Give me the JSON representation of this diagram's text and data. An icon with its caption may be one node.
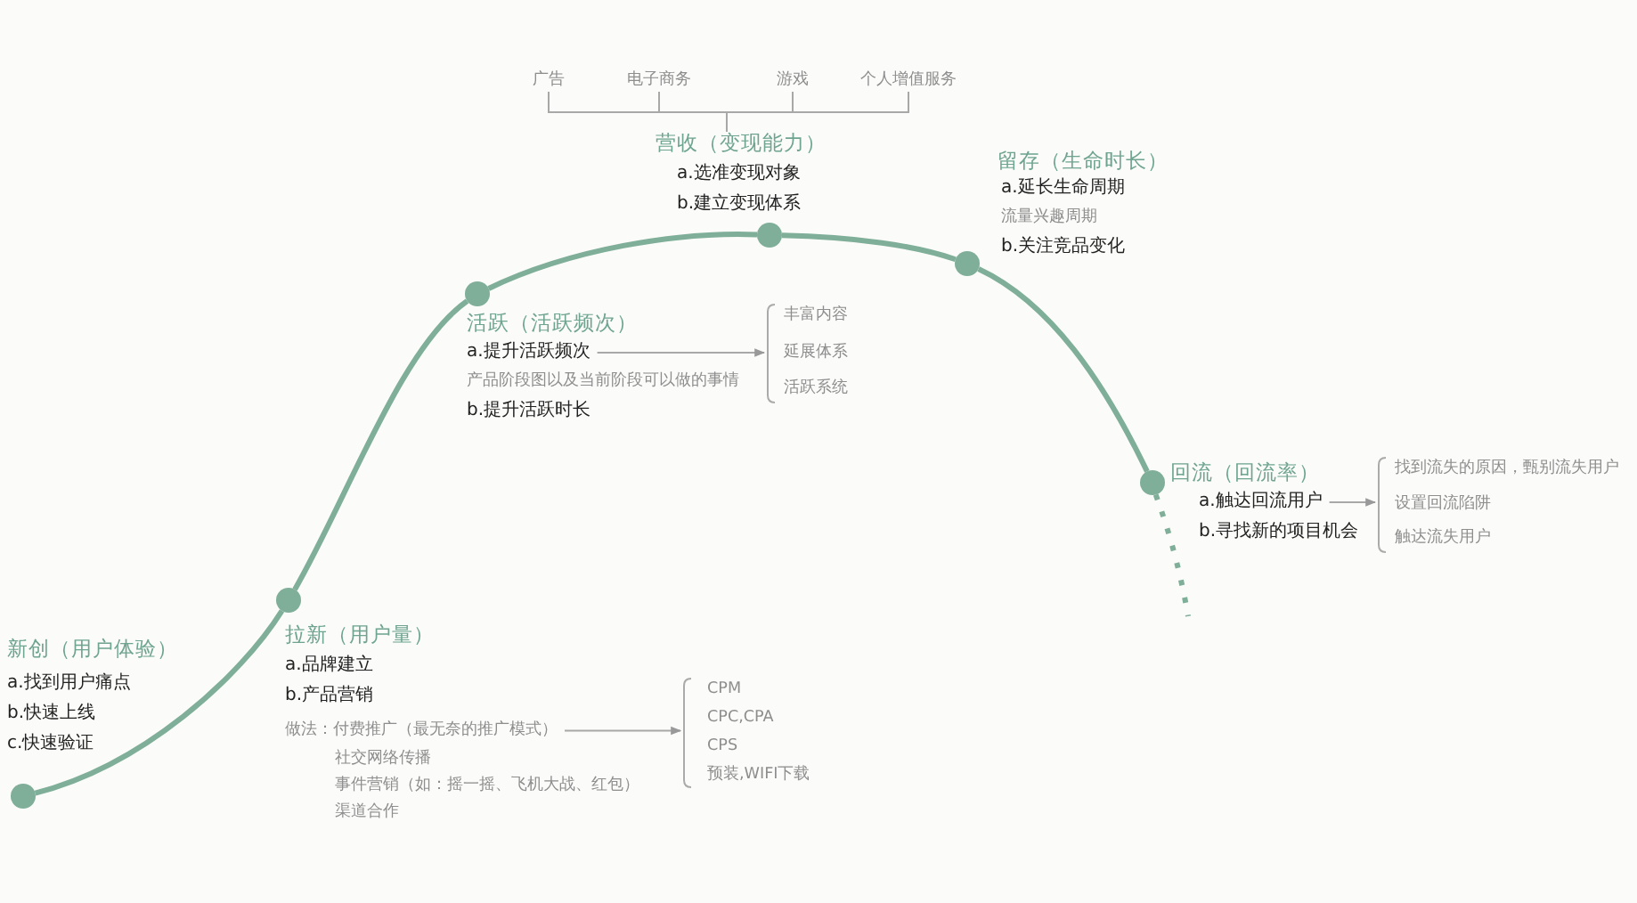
{
  "diagram": {
    "nodes": [
      {
        "text": [],
        "shape": "circle"
      },
      {
        "text": [],
        "shape": "circle"
      },
      {
        "text": [],
        "shape": "circle"
      },
      {
        "text": [],
        "shape": "circle"
      },
      {
        "text": [],
        "shape": "circle"
      },
      {
        "text": [],
        "shape": "circle"
      },
      {
        "text": [
          "新创（用户体验）",
          "a.找到用户痛点",
          "b.快速上线",
          "c.快速验证"
        ]
      },
      {
        "text": [
          "拉新（用户量）",
          "a.品牌建立",
          "b.产品营销",
          "社交网络传播",
          "事件营销（如：摇一摇、飞机大战、红包）",
          "渠道合作"
        ]
      },
      {
        "text": [
          "做法：付费推广（最无奈的推广模式）"
        ],
        "in": 7
      },
      {
        "text": [
          "CPM",
          "CPC,CPA",
          "CPS",
          "预装,WIFI下载"
        ]
      },
      {
        "text": [
          "活跃（活跃频次）",
          "产品阶段图以及当前阶段可以做的事情",
          "b.提升活跃时长"
        ]
      },
      {
        "text": [
          "a.提升活跃频次"
        ],
        "in": 10
      },
      {
        "text": [
          "丰富内容",
          "延展体系",
          "活跃系统"
        ]
      },
      {
        "text": [
          "营收（变现能力）",
          "a.选准变现对象",
          "b.建立变现体系"
        ]
      },
      {
        "text": [
          "广告"
        ]
      },
      {
        "text": [
          "电子商务"
        ]
      },
      {
        "text": [
          "游戏"
        ]
      },
      {
        "text": [
          "个人增值服务"
        ]
      },
      {
        "text": [
          "留存（生命时长）",
          "a.延长生命周期",
          "流量兴趣周期",
          "b.关注竞品变化"
        ]
      },
      {
        "text": [
          "回流（回流率）",
          "b.寻找新的项目机会"
        ]
      },
      {
        "text": [
          "a.触达回流用户"
        ],
        "in": 19
      },
      {
        "text": [
          "找到流失的原因，甄别流失用户",
          "设置回流陷阱",
          "触达流失用户"
        ]
      }
    ],
    "edges": [
      {
        "from": 0,
        "to": 1,
        "arrow": "none",
        "style": "thick",
        "color": "#7fae99"
      },
      {
        "from": 1,
        "to": 2,
        "arrow": "none",
        "style": "thick",
        "color": "#7fae99"
      },
      {
        "from": 2,
        "to": 3,
        "arrow": "none",
        "style": "thick",
        "color": "#7fae99"
      },
      {
        "from": 3,
        "to": 4,
        "arrow": "none",
        "style": "thick",
        "color": "#7fae99"
      },
      {
        "from": 4,
        "to": 5,
        "arrow": "none",
        "style": "thick",
        "color": "#7fae99"
      },
      {
        "from": 5,
        "to": null,
        "arrow": "none",
        "style": "dashed",
        "color": "#7fae99"
      },
      {
        "from": 8,
        "to": 9,
        "arrow": "to"
      },
      {
        "from": 11,
        "to": 12,
        "arrow": "to"
      },
      {
        "from": 20,
        "to": 21,
        "arrow": "to"
      },
      {
        "from": 13,
        "to": 14,
        "arrow": "none"
      },
      {
        "from": 13,
        "to": 15,
        "arrow": "none"
      },
      {
        "from": 13,
        "to": 16,
        "arrow": "none"
      },
      {
        "from": 13,
        "to": 17,
        "arrow": "none"
      }
    ]
  }
}
